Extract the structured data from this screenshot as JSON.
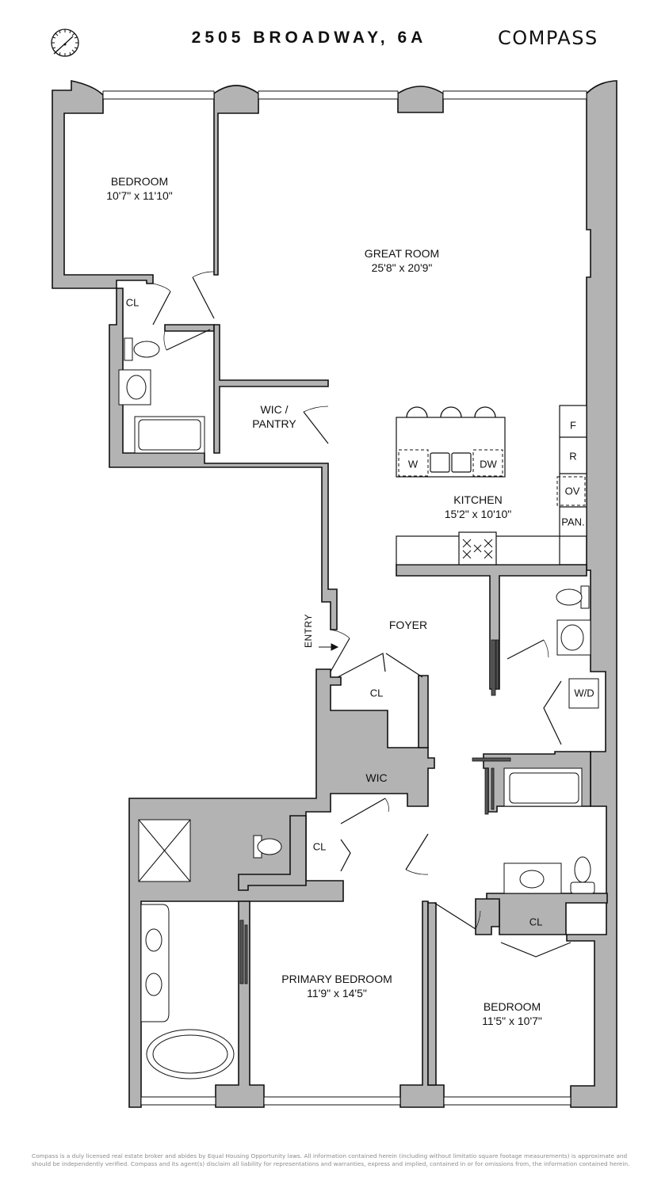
{
  "header": {
    "title": "2505 BROADWAY, 6A",
    "brand": "COMPASS",
    "compass_icon": "compass-rose-icon"
  },
  "rooms": {
    "bedroom_1": {
      "name": "BEDROOM",
      "dims": "10'7\" x 11'10\""
    },
    "great_room": {
      "name": "GREAT ROOM",
      "dims": "25'8\" x 20'9\""
    },
    "kitchen": {
      "name": "KITCHEN",
      "dims": "15'2\" x 10'10\""
    },
    "foyer": {
      "name": "FOYER"
    },
    "wic_pantry": {
      "name_line1": "WIC /",
      "name_line2": "PANTRY"
    },
    "wic": {
      "name": "WIC"
    },
    "primary_bedroom": {
      "name": "PRIMARY BEDROOM",
      "dims": "11'9\" x 14'5\""
    },
    "bedroom_2": {
      "name": "BEDROOM",
      "dims": "11'5\" x 10'7\""
    }
  },
  "closets": {
    "cl_bedroom1": "CL",
    "cl_foyer": "CL",
    "cl_primary": "CL",
    "cl_bedroom2": "CL"
  },
  "appliances": {
    "washer": "W",
    "dishwasher": "DW",
    "freezer": "F",
    "refrigerator": "R",
    "oven": "OV",
    "pantry": "PAN.",
    "washer_dryer": "W/D"
  },
  "entry_label": "ENTRY",
  "disclaimer": "Compass is a duly licensed real estate broker and abides by Equal Housing Opportunity laws. All information contained herein (including without limitatio square footage measurements) is approximate and should be independently verified. Compass and its agent(s) disclaim all liability for representations and warranties, express and implied, contained in or for omissions from, the information contained herein.",
  "colors": {
    "wall_fill": "#b3b3b3",
    "wall_stroke": "#111111",
    "text": "#111111",
    "disclaimer": "#8c8c8c"
  }
}
